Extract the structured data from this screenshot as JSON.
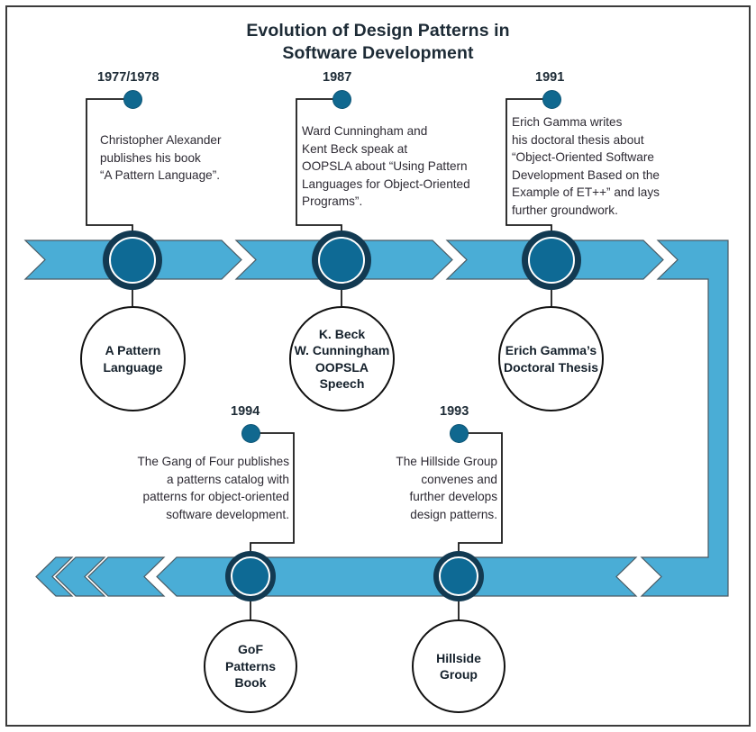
{
  "title": {
    "line1": "Evolution of Design Patterns in",
    "line2": "Software Development"
  },
  "colors": {
    "bar": "#4aadd6",
    "bar_stroke": "#4a5a63",
    "node_outer": "#123a52",
    "node_inner": "#0e6a95",
    "node_ring": "#ffffff",
    "dot": "#10688f",
    "text": "#2d2a33",
    "heading": "#1d2b36",
    "frame": "#3b3b3b",
    "connector": "#1b1b1b",
    "bubble_stroke": "#111111",
    "background": "#ffffff"
  },
  "milestones": [
    {
      "year": "1977/1978",
      "description": "Christopher Alexander\npublishes his  book\n“A Pattern Language”.",
      "outcome": "A Pattern\nLanguage",
      "row": "top",
      "align": "left"
    },
    {
      "year": "1987",
      "description": "Ward Cunningham and\nKent Beck speak at\nOOPSLA about “Using Pattern\nLanguages for Object-Oriented\nPrograms”.",
      "outcome": "K. Beck\nW. Cunningham\nOOPSLA\nSpeech",
      "row": "top",
      "align": "left"
    },
    {
      "year": "1991",
      "description": "Erich Gamma writes\nhis doctoral thesis about\n“Object-Oriented Software\nDevelopment Based on the\nExample of ET++” and lays\nfurther groundwork.",
      "outcome": "Erich Gamma’s\nDoctoral Thesis",
      "row": "top",
      "align": "left"
    },
    {
      "year": "1994",
      "description": "The Gang of Four publishes\na patterns catalog with\npatterns for object-oriented\nsoftware development.",
      "outcome": "GoF\nPatterns\nBook",
      "row": "bottom",
      "align": "right"
    },
    {
      "year": "1993",
      "description": "The Hillside Group\nconvenes and\nfurther develops\ndesign patterns.",
      "outcome": "Hillside\nGroup",
      "row": "bottom",
      "align": "right"
    }
  ]
}
